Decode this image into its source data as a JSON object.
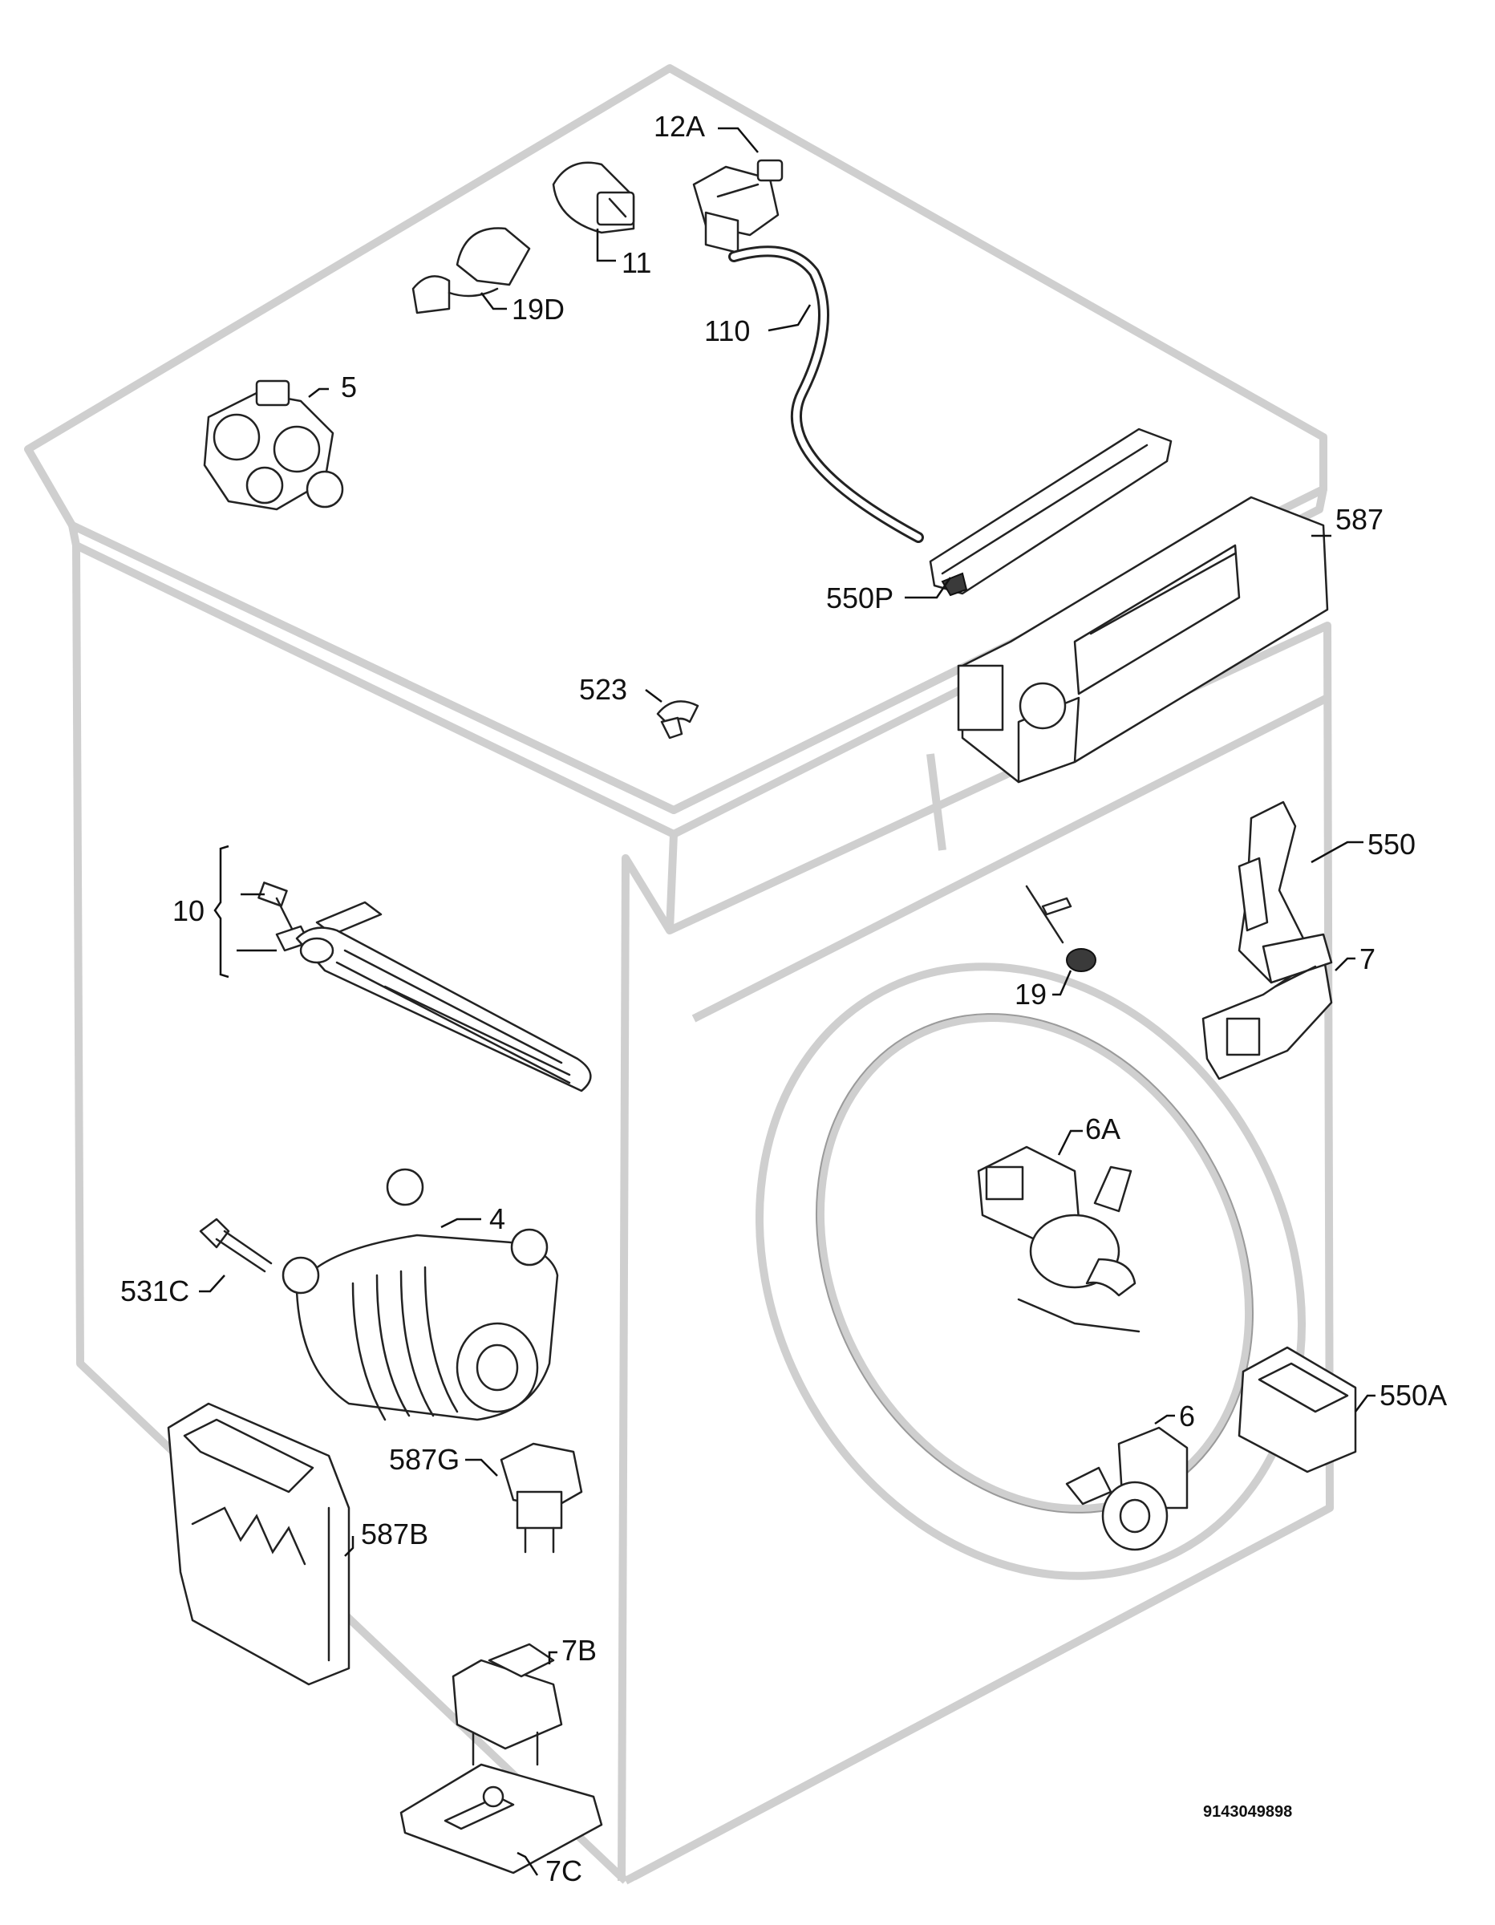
{
  "labels": {
    "l12A": "12A",
    "l11": "11",
    "l19D": "19D",
    "l110": "110",
    "l5": "5",
    "l587": "587",
    "l550P": "550P",
    "l523": "523",
    "l10": "10",
    "l550": "550",
    "l7": "7",
    "l19": "19",
    "l6A": "6A",
    "l4": "4",
    "l531C": "531C",
    "l550A": "550A",
    "l6": "6",
    "l587G": "587G",
    "l587B": "587B",
    "l7B": "7B",
    "l7C": "7C"
  },
  "document_number": "9143049898"
}
